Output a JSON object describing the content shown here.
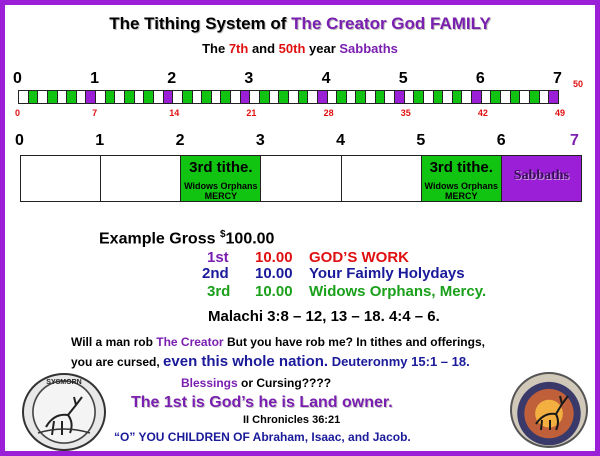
{
  "title": {
    "part1": "The Tithing System of ",
    "part2": "The Creator God FAMILY"
  },
  "subtitle": {
    "p1": "The ",
    "p2": "7th",
    "p3": " and ",
    "p4": "50th",
    "p5": " year ",
    "p6": "Sabbaths"
  },
  "top_scale": {
    "major": [
      "0",
      "1",
      "2",
      "3",
      "4",
      "5",
      "6",
      "7"
    ],
    "minor": [
      "0",
      "7",
      "14",
      "21",
      "28",
      "35",
      "42",
      "49"
    ],
    "end_label": "50"
  },
  "week_strip": {
    "cells": [
      "w",
      "g",
      "w",
      "g",
      "w",
      "g",
      "w",
      "p",
      "w",
      "g",
      "w",
      "g",
      "w",
      "g",
      "w",
      "p",
      "w",
      "g",
      "w",
      "g",
      "w",
      "g",
      "w",
      "p",
      "w",
      "g",
      "w",
      "g",
      "w",
      "g",
      "w",
      "p",
      "w",
      "g",
      "w",
      "g",
      "w",
      "g",
      "w",
      "p",
      "w",
      "g",
      "w",
      "g",
      "w",
      "g",
      "w",
      "p",
      "w",
      "g",
      "w",
      "g",
      "w",
      "g",
      "w",
      "p"
    ]
  },
  "year_scale": {
    "labels": [
      "0",
      "1",
      "2",
      "3",
      "4",
      "5",
      "6",
      "7"
    ]
  },
  "year_cells": [
    {
      "kind": "empty"
    },
    {
      "kind": "empty"
    },
    {
      "kind": "tithe",
      "big": "3rd tithe.",
      "small1": "Widows Orphans",
      "small2": "MERCY"
    },
    {
      "kind": "empty"
    },
    {
      "kind": "empty"
    },
    {
      "kind": "tithe",
      "big": "3rd tithe.",
      "small1": "Widows Orphans",
      "small2": "MERCY"
    },
    {
      "kind": "sabbath",
      "label": "Sabbaths"
    }
  ],
  "example": {
    "label": "Example  Gross ",
    "currency": "$",
    "amount": "100.00"
  },
  "tithes": [
    {
      "ordinal": "1st",
      "amount": "10.00",
      "desc": "GOD’S WORK"
    },
    {
      "ordinal": "2nd",
      "amount": "10.00",
      "desc": "Your Faimly Holydays"
    },
    {
      "ordinal": "3rd",
      "amount": "10.00",
      "desc": "Widows Orphans, Mercy."
    }
  ],
  "malachi": "Malachi 3:8 – 12, 13 – 18. 4:4 – 6.",
  "quote1": {
    "a": "Will a man rob ",
    "b": "The Creator",
    "c": " But you have rob me? In tithes and offerings,"
  },
  "quote2": {
    "a": "you are cursed, ",
    "b": "even this whole nation.",
    "c": " Deuteronmy 15:1 – 18."
  },
  "blessings": {
    "a": "Blessings",
    "b": " or ",
    "c": "Cursing????"
  },
  "landowner": "The 1st is God’s he is Land owner.",
  "chronicles": "II Chronicles 36:21",
  "children": "“O” YOU CHILDREN OF Abraham, Isaac, and Jacob.",
  "logo_left_text": "SYSMORN",
  "colors": {
    "green": "#11c411",
    "purple": "#9a1fd6",
    "white": "#ffffff",
    "border": "#9a1fd6"
  }
}
